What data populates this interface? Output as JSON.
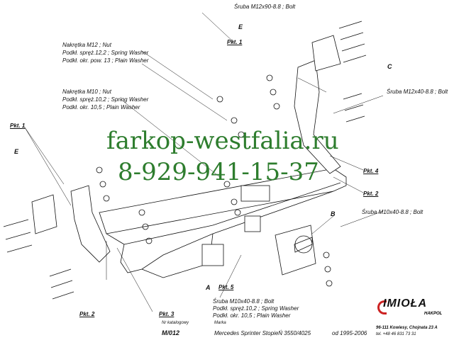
{
  "labels": {
    "bolt_top": "Śruba M12x90-8.8 ;  Bolt",
    "nut12_1": "Nakrętka  M12 ; Nut",
    "nut12_2": "Podkł. spręż.12,2 ; Spring Washer",
    "nut12_3": "Podkł. okr. pow. 13 ; Plain Washer",
    "nut10_1": "Nakrętka  M10 ; Nut",
    "nut10_2": "Podkł. spręż.10,2 ; Spring Washer",
    "nut10_3": "Podkł. okr. 10,5 ; Plain Washer",
    "bolt_right": "Śruba M12x40-8.8 ;  Bolt",
    "bolt_m10": "Śruba M10x40-8.8 ;  Bolt",
    "bottom_1": "Śruba M10x40-8.8 ;  Bolt",
    "bottom_2": "Podkł. spręż.10,2 ; Spring Washer",
    "bottom_3": "Podkł. okr. 10,5 ; Plain Washer",
    "pkt1_top": "Pkt. 1",
    "pkt1_left": "Pkt. 1",
    "pkt4": "Pkt. 4",
    "pkt2_right": "Pkt. 2",
    "pkt5": "Pkt. 5",
    "pkt2_bottom": "Pkt. 2",
    "pkt3": "Pkt. 3",
    "letter_e_top": "E",
    "letter_e_left": "E",
    "letter_c": "C",
    "letter_b": "B",
    "letter_a": "A"
  },
  "watermark": {
    "line1": "farkop-westfalia.ru",
    "line2": "8-929-941-15-37"
  },
  "title_block": {
    "catalog_label": "Nr katalogowy",
    "brand_label": "Marka",
    "catalog_no": "M/012",
    "model": "Mercedes Sprinter StopieŃ 3550/4025",
    "years": "od 1995-2006"
  },
  "logo": {
    "name": "IMIOŁA",
    "sub": "HAKPOL",
    "address": "96-111 Kowiesy, Chojnata 23 A",
    "phone": "tel. +48 46 831 73 31"
  },
  "colors": {
    "line": "#111111",
    "watermark": "#2e7d2e",
    "logo_accent": "#cc2222"
  }
}
